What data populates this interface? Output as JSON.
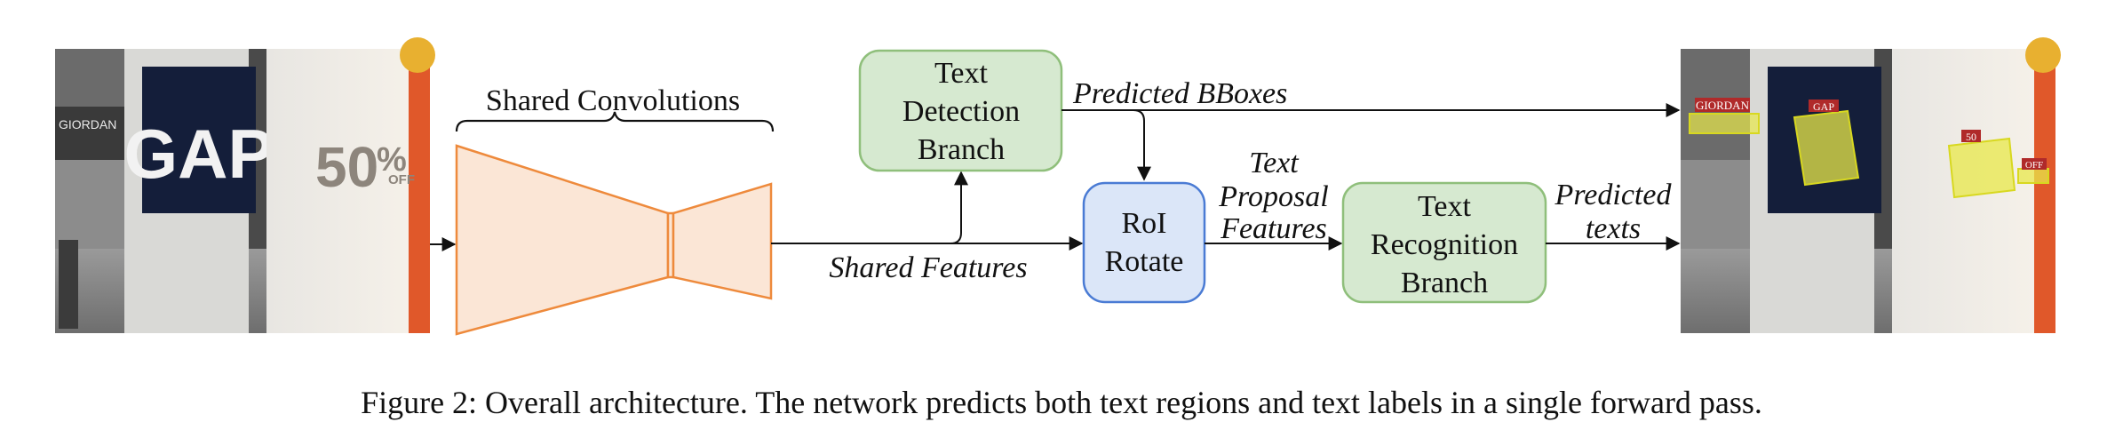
{
  "diagram": {
    "shared_conv_label": "Shared Convolutions",
    "detection_branch": [
      "Text",
      "Detection",
      "Branch"
    ],
    "roi_rotate": [
      "RoI",
      "Rotate"
    ],
    "recognition_branch": [
      "Text",
      "Recognition",
      "Branch"
    ],
    "edge_shared_features": "Shared Features",
    "edge_predicted_bboxes": "Predicted BBoxes",
    "edge_text_proposal": [
      "Text",
      "Proposal",
      "Features"
    ],
    "edge_predicted_texts": [
      "Predicted",
      "texts"
    ],
    "output_photo_tags": [
      "GIORDAN",
      "GAP",
      "50",
      "OFF"
    ],
    "photo_gap_sign": "GAP",
    "photo_store_sign": "GIORDAN",
    "photo_sale_big": "50",
    "photo_sale_pct": "%",
    "photo_sale_off": "OFF"
  },
  "caption": "Figure 2: Overall architecture. The network predicts both text regions and text labels in a single forward pass."
}
